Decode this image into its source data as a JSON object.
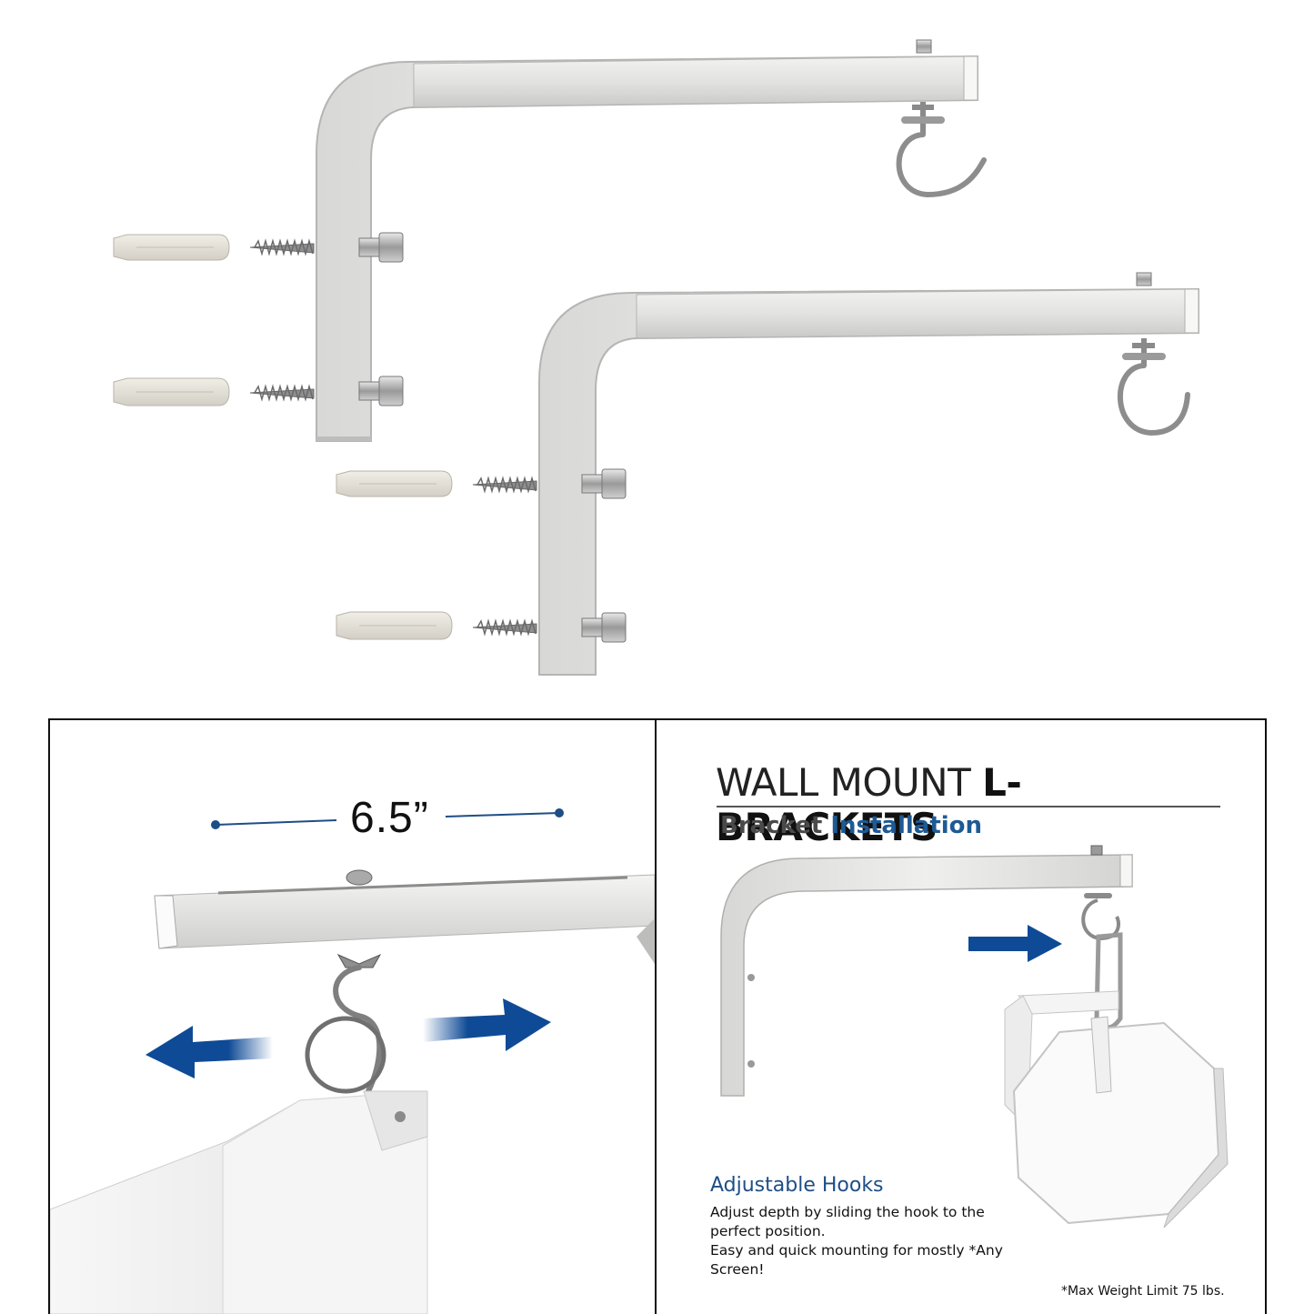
{
  "dimension_label": "6.5”",
  "title": {
    "light": "WALL MOUNT ",
    "bold": "L-BRACKETS"
  },
  "subtitle": {
    "part1": "Bracket ",
    "part2": "Installation"
  },
  "feature": {
    "heading": "Adjustable Hooks",
    "lines": [
      "Adjust depth by sliding the hook to the perfect position.",
      "Easy and quick mounting for mostly *Any Screen!"
    ]
  },
  "weight_note": "*Max Weight Limit 75 lbs.",
  "colors": {
    "bracket": "#e4e4e2",
    "arrow": "#0e4a96",
    "title_accent": "#1e5a94"
  }
}
